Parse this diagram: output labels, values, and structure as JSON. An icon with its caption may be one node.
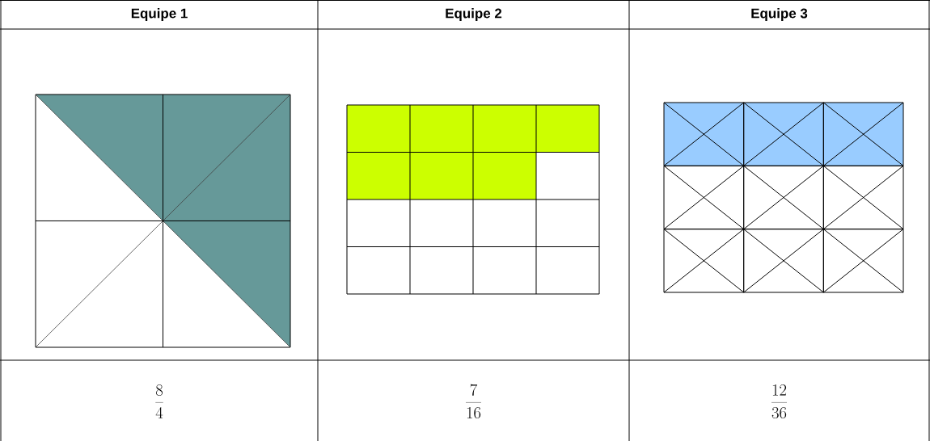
{
  "diagram": {
    "labels": [
      "Equipe 1",
      "Equipe 2",
      "Equipe 3",
      "\\frac{8}{4}",
      "\\frac{7}{16}",
      "\\frac{12}{36}"
    ]
  }
}
